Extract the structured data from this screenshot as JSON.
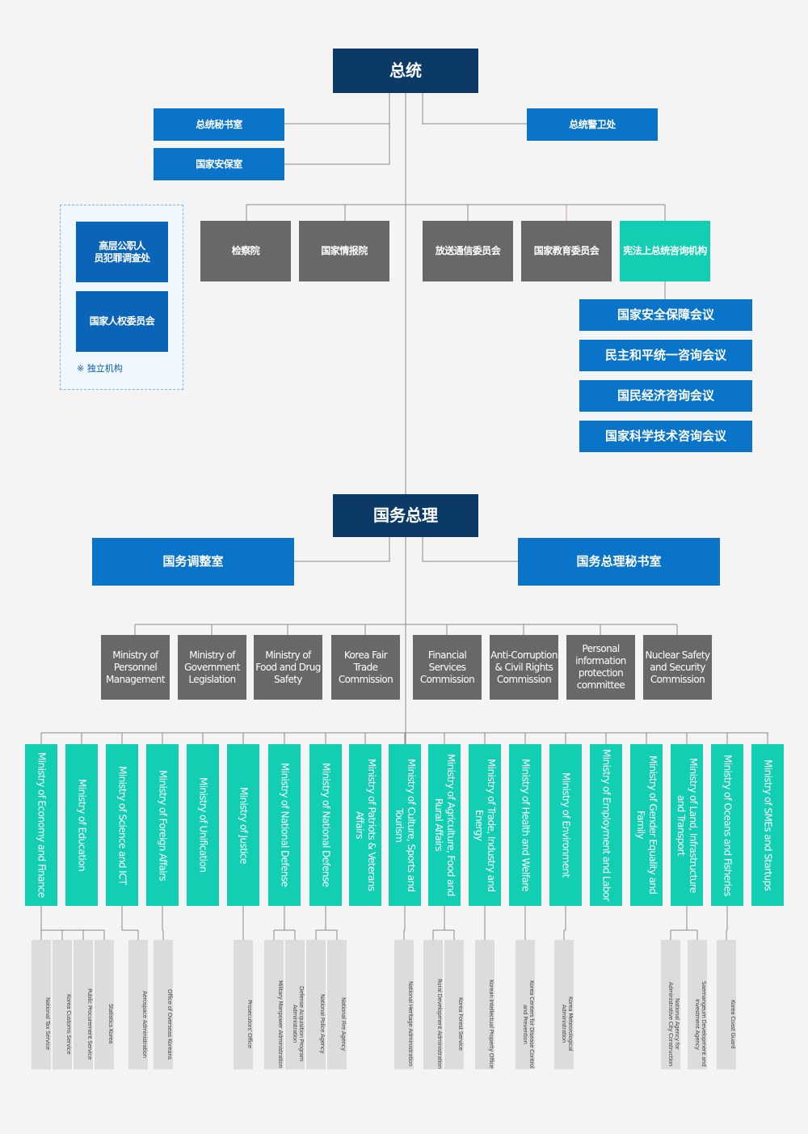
{
  "top": {
    "president": "总统",
    "secretariat": "总统秘书室",
    "security_office": "国家安保室",
    "security_service": "总统警卫处"
  },
  "independent": {
    "items": [
      "高层公职人\n员犯罪调查处",
      "国家人权委员会"
    ],
    "note": "※ 独立机构"
  },
  "agencies": [
    "检察院",
    "国家情报院",
    "放送通信委员会",
    "国家教育委员会",
    "宪法上总统咨询机构"
  ],
  "advisory": [
    "国家安全保障会议",
    "民主和平统一咨询会议",
    "国民经济咨询会议",
    "国家科学技术咨询会议"
  ],
  "pm": {
    "title": "国务总理",
    "coordination": "国务调整室",
    "secretariat": "国务总理秘书室"
  },
  "pm_agencies": [
    "Ministry of\nPersonnel\nManagement",
    "Ministry of\nGovernment\nLegislation",
    "Ministry of\nFood and Drug\nSafety",
    "Korea Fair\nTrade\nCommission",
    "Financial\nServices\nCommission",
    "Anti-Corruption\n& Civil Rights\nCommission",
    "Personal\ninformation\nprotection\ncommittee",
    "Nuclear Safety\nand Security\nCommission"
  ],
  "ministries": [
    "Ministry of Economy and Finance",
    "Ministry of Education",
    "Ministry of Science and ICT",
    "Ministry of Foreign Affairs",
    "Ministry of Unification",
    "Ministry of Justice",
    "Ministry of National Defense",
    "Ministry of National Defense",
    "Ministry of Patriots & Veterans Affairs",
    "Ministry of Culture, Sports and Tourism",
    "Ministry of Agriculture, Food and Rural Affairs",
    "Ministry of Trade, Industry and Energy",
    "Ministry of Health and Welfare",
    "Ministry of Environment",
    "Ministry of Employment and Labor",
    "Ministry of Gender Equality and Family",
    "Ministry of Land, Infrastructure and Transport",
    "Ministry of Oceans and Fisheries",
    "Ministry of SMEs and Startups"
  ],
  "sub_agencies": [
    "National Tax Service",
    "Korea Customs Service",
    "Public Procurement Service",
    "Statistics Korea",
    "Aerospace Administration",
    "Office of Overseas Koreans",
    "Prosecutors' Office",
    "Military Manpower Administration",
    "Defense Acquisition Program Administration",
    "National Police Agency",
    "National Fire Agency",
    "National Heritage Administration",
    "Rural Development Administration",
    "Korea Forest Service",
    "Korean Intellectual Property Office",
    "Korea Centers for Disease Control and Prevention",
    "Korea Meteorological Administration",
    "National Agency for Administrative City Construction",
    "Saemangeum Development and Investment Agency",
    "Korea Coast Guard"
  ]
}
